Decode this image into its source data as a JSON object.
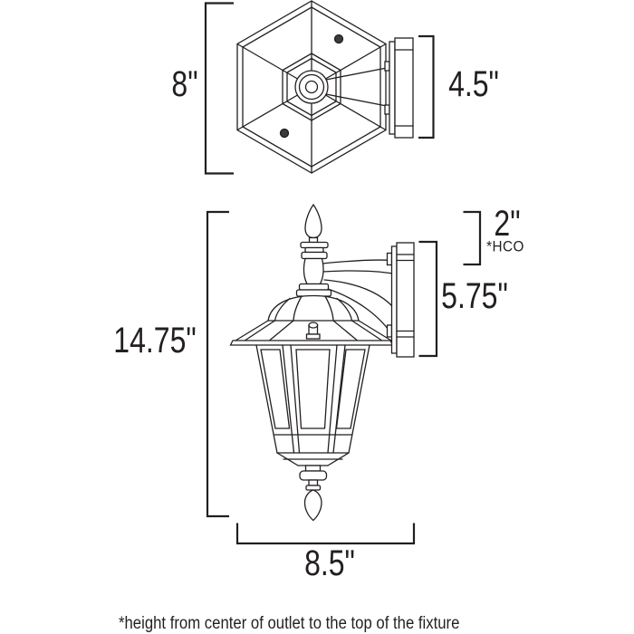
{
  "diagram_title": "outdoor wall lantern dimension drawing",
  "colors": {
    "line": "#231f20",
    "background": "#ffffff"
  },
  "top_view": {
    "width_label": "8\"",
    "backplate_label": "4.5\""
  },
  "side_view": {
    "height_label": "14.75\"",
    "hco_label": "2\"",
    "hco_note": "*HCO",
    "backplate_label": "5.75\"",
    "depth_label": "8.5\""
  },
  "footnote": "*height from center of outlet to the top of the fixture",
  "dimensions_inches": {
    "fixture_width": 8,
    "top_backplate_height": 4.5,
    "fixture_height": 14.75,
    "height_center_outlet_to_top": 2,
    "backplate_height": 5.75,
    "projection_depth": 8.5
  }
}
